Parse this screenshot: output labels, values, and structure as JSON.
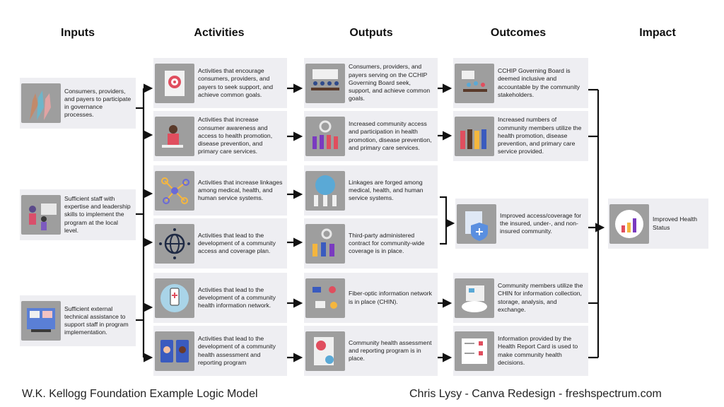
{
  "headers": {
    "inputs": "Inputs",
    "activities": "Activities",
    "outputs": "Outputs",
    "outcomes": "Outcomes",
    "impact": "Impact"
  },
  "inputs": [
    {
      "text": "Consumers, providers, and payers to participate in governance processes.",
      "icon": "raised-hands-icon"
    },
    {
      "text": "Sufficient staff with expertise and leadership skills to implement the program at the local level.",
      "icon": "team-presentation-icon"
    },
    {
      "text": "Sufficient external technical assistance to support staff in program implementation.",
      "icon": "video-call-support-icon"
    }
  ],
  "activities": [
    {
      "text": "Activities that encourage consumers, providers, and payers to seek support, and achieve common goals.",
      "icon": "target-checklist-icon"
    },
    {
      "text": "Activities that increase consumer awareness and access to health promotion, disease prevention, and primary care services.",
      "icon": "person-laptop-icon"
    },
    {
      "text": "Activities that increase linkages among medical, health, and human service systems.",
      "icon": "network-nodes-icon"
    },
    {
      "text": "Activities that lead to the development of a community access and coverage plan.",
      "icon": "globe-network-icon"
    },
    {
      "text": "Activities that lead to the development of a community health information network.",
      "icon": "hand-phone-medical-icon"
    },
    {
      "text": "Activities that lead to the development of a community health assessment and reporting program",
      "icon": "phones-doctors-icon"
    }
  ],
  "outputs": [
    {
      "text": "Consumers, providers, and payers serving on the CCHIP Governing Board seek, support, and achieve common goals.",
      "icon": "board-meeting-icon"
    },
    {
      "text": "Increased community access and participation in health promotion, disease prevention, and primary care services.",
      "icon": "community-gears-icon"
    },
    {
      "text": "Linkages are forged among medical, health, and human service systems.",
      "icon": "globe-medical-team-icon"
    },
    {
      "text": "Third-party administered contract for community-wide coverage is in place.",
      "icon": "team-gears-icon"
    },
    {
      "text": "Fiber-optic information network is in place (CHIN).",
      "icon": "medical-devices-icon"
    },
    {
      "text": "Community health assessment and reporting program is in place.",
      "icon": "health-assessment-icon"
    }
  ],
  "outcomes": [
    {
      "text": "CCHIP Governing Board is deemed inclusive and accountable by the community stakeholders.",
      "icon": "stakeholders-meeting-icon"
    },
    {
      "text": "Increased numbers of community members utilize the health promotion, disease prevention, and primary care service provided.",
      "icon": "community-members-icon"
    },
    {
      "text": "Improved access/coverage for the insured, under-, and non-insured community.",
      "icon": "insurance-shield-icon"
    },
    {
      "text": "Community members utilize the CHIN for information collection, storage, analysis, and exchange.",
      "icon": "cloud-dashboard-icon"
    },
    {
      "text": "Information provided by the Health Report Card is used to make community health decisions.",
      "icon": "report-card-icon"
    }
  ],
  "impact": {
    "text": "Improved Health Status",
    "icon": "growth-chart-icon"
  },
  "footer": {
    "left": "W.K. Kellogg Foundation Example Logic Model",
    "right": "Chris Lysy - Canva Redesign - freshspectrum.com"
  },
  "colors": {
    "card_bg": "#eeeef2",
    "icon_bg": "#9e9e9e",
    "arrow": "#111111"
  }
}
